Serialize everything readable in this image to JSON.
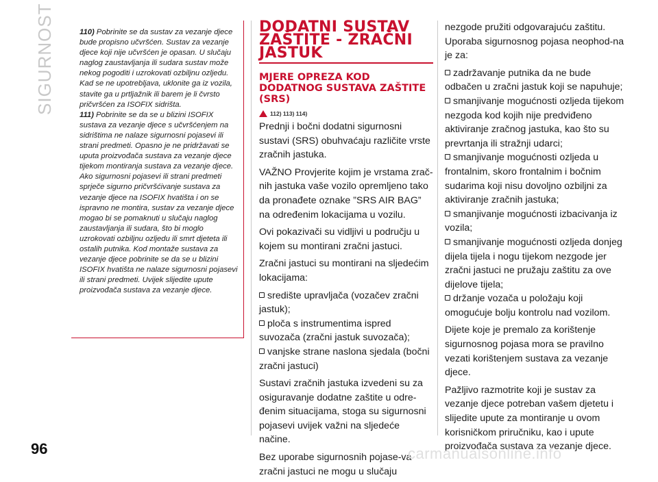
{
  "section_label": "SIGURNOST",
  "page_number": "96",
  "watermark": "carmanualsonline.info",
  "notes": [
    {
      "num": "110)",
      "text": "Pobrinite se da sustav za vezanje djece bude propisno učvršćen. Sustav za vezanje djece koji nije učvršćen je opasan. U slučaju naglog zaustavljanja ili sudara sustav može nekog pogoditi i uzrokovati ozbiljnu ozljedu. Kad se ne upotrebljava, uklonite ga iz vozila, stavite ga u prtljažnik ili barem je li čvrsto pričvršćen za ISOFIX sidrišta."
    },
    {
      "num": "111)",
      "text": "Pobrinite se da se u blizini ISOFIX sustava za vezanje djece s učvršćenjem na sidrištima ne nalaze sigurnosni pojasevi ili strani predmeti. Opasno je ne pridržavati se uputa proizvođača sustava za vezanje djece tijekom montiranja sustava za vezanje djece. Ako sigurnosni pojasevi ili strani predmeti sprječe sigurno pričvršćivanje sustava za vezanje djece na ISOFIX hvatišta i on se ispravno ne montira, sustav za vezanje djece mogao bi se pomaknuti u slučaju naglog zaustavljanja ili sudara, što bi moglo uzrokovati ozbiljnu ozljedu ili smrt djeteta ili ostalih putnika. Kod montaže sustava za vezanje djece pobrinite se da se u blizini ISOFIX hvatišta ne nalaze sigurnosni pojasevi ili strani predmeti. Uvijek slijedite upute proizvođača sustava za vezanje djece."
    }
  ],
  "heading_main": "DODATNI SUSTAV ZAŠTITE - ZRAČNI JASTUK",
  "heading_sub": "MJERE OPREZA KOD DODATNOG SUSTAVA ZAŠTITE (SRS)",
  "warning_refs": "112) 113) 114)",
  "mid_paragraphs": {
    "p1": "Prednji i bočni dodatni sigurnosni sustavi (SRS) obuhvaćaju različite vrste zračnih jastuka.",
    "p2": "VAŽNO Provjerite kojim je vrstama zrač-nih jastuka vaše vozilo opremljeno tako da pronađete oznake ”SRS AIR BAG” na određenim lokacijama u vozilu.",
    "p3": "Ovi pokazivači su vidljivi u području u kojem su montirani zračni jastuci.",
    "p4": "Zračni jastuci su montirani na sljedećim lokacijama:",
    "list": [
      "središte upravljača (vozačev zračni jastuk);",
      "ploča s instrumentima ispred suvozača (zračni jastuk suvozača);",
      "vanjske strane naslona sjedala (bočni zračni jastuci)"
    ],
    "p5": "Sustavi zračnih jastuka izvedeni su za osiguravanje dodatne zaštite u odre-đenim situacijama, stoga su sigurnosni pojasevi uvijek važni na sljedeće načine.",
    "p6": "Bez uporabe sigurnosnih pojase-va zračni jastuci ne mogu u slučaju"
  },
  "right_paragraphs": {
    "p1": "nezgode pružiti odgovarajuću zaštitu. Uporaba sigurnosnog pojasa neophod-na je za:",
    "list": [
      "zadržavanje putnika da ne bude odbačen u zračni jastuk koji se napuhuje;",
      "smanjivanje mogućnosti ozljeda tijekom nezgoda kod kojih nije predviđeno aktiviranje zračnog jastuka, kao što su prevrtanja ili stražnji udarci;",
      "smanjivanje mogućnosti ozljeda u frontalnim, skoro frontalnim i bočnim sudarima koji nisu dovoljno ozbiljni za aktiviranje zračnih jastuka;",
      "smanjivanje mogućnosti izbacivanja iz vozila;",
      "smanjivanje mogućnosti ozljeda donjeg dijela tijela i nogu tijekom nezgode jer zračni jastuci ne pružaju zaštitu za ove dijelove tijela;",
      "držanje vozača u položaju koji omogućuje bolju kontrolu nad vozilom."
    ],
    "p2": "Dijete koje je premalo za korištenje sigurnosnog pojasa mora se pravilno vezati korištenjem sustava za vezanje djece.",
    "p3": "Pažljivo razmotrite koji je sustav za vezanje djece potreban vašem djetetu i slijedite upute za montiranje u ovom korisničkom priručniku, kao i upute proizvođača sustava za vezanje djece."
  },
  "colors": {
    "accent": "#c8102e",
    "section_tab": "#c8c8c8"
  }
}
